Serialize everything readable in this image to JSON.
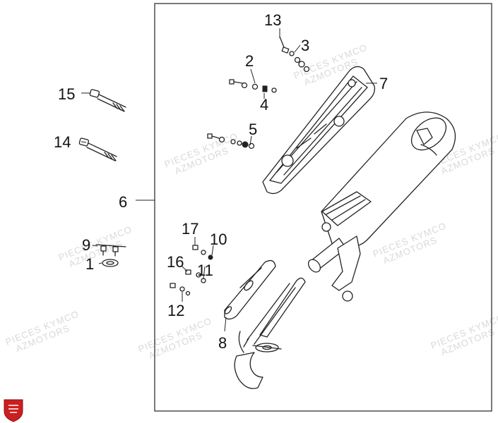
{
  "watermark": {
    "line1": "PIECES KYMCO",
    "line2": "AZMOTORS"
  },
  "callouts": [
    {
      "id": "c1",
      "text": "1"
    },
    {
      "id": "c2",
      "text": "2"
    },
    {
      "id": "c3",
      "text": "3"
    },
    {
      "id": "c4",
      "text": "4"
    },
    {
      "id": "c5",
      "text": "5"
    },
    {
      "id": "c6",
      "text": "6"
    },
    {
      "id": "c7",
      "text": "7"
    },
    {
      "id": "c8",
      "text": "8"
    },
    {
      "id": "c9",
      "text": "9"
    },
    {
      "id": "c10",
      "text": "10"
    },
    {
      "id": "c11",
      "text": "11"
    },
    {
      "id": "c12",
      "text": "12"
    },
    {
      "id": "c13",
      "text": "13"
    },
    {
      "id": "c14",
      "text": "14"
    },
    {
      "id": "c15",
      "text": "15"
    },
    {
      "id": "c16",
      "text": "16"
    },
    {
      "id": "c17",
      "text": "17"
    }
  ],
  "logo": {
    "brand_color": "#cc1f1f",
    "icon": "azmotors-logo-icon"
  }
}
